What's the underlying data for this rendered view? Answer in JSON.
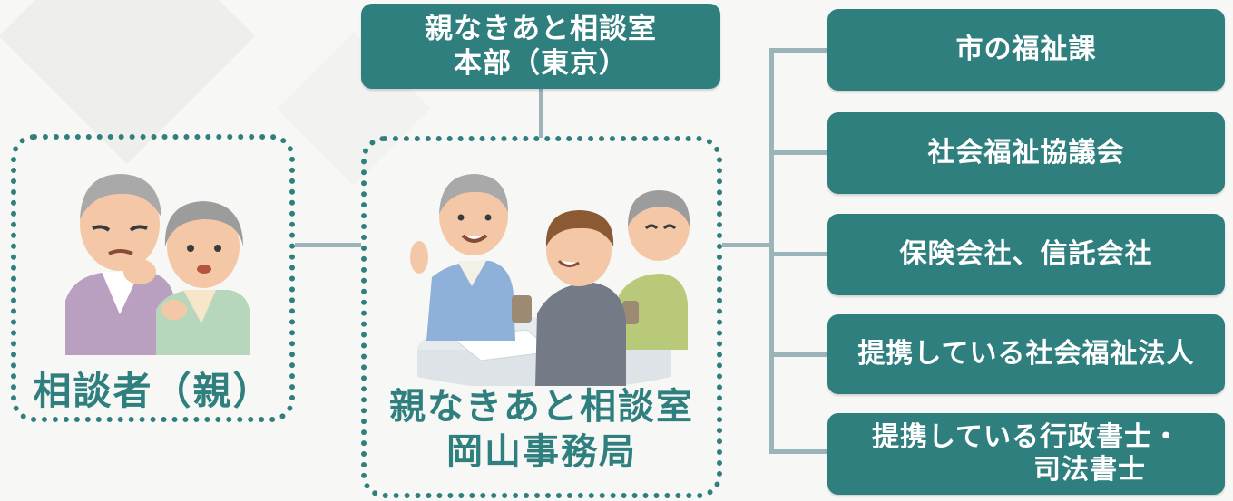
{
  "headquarters": {
    "line1": "親なきあと相談室",
    "line2": "本部（東京）"
  },
  "client": {
    "label": "相談者（親）"
  },
  "office": {
    "line1": "親なきあと相談室",
    "line2": "岡山事務局"
  },
  "partners": [
    {
      "label": "市の福祉課"
    },
    {
      "label": "社会福祉協議会"
    },
    {
      "label": "保険会社、信託会社"
    },
    {
      "label": "提携している社会福祉法人"
    },
    {
      "label": "提携している行政書士・",
      "label2": "司法書士"
    }
  ],
  "colors": {
    "teal": "#2f7f7e",
    "connector": "#9ab4b8"
  }
}
